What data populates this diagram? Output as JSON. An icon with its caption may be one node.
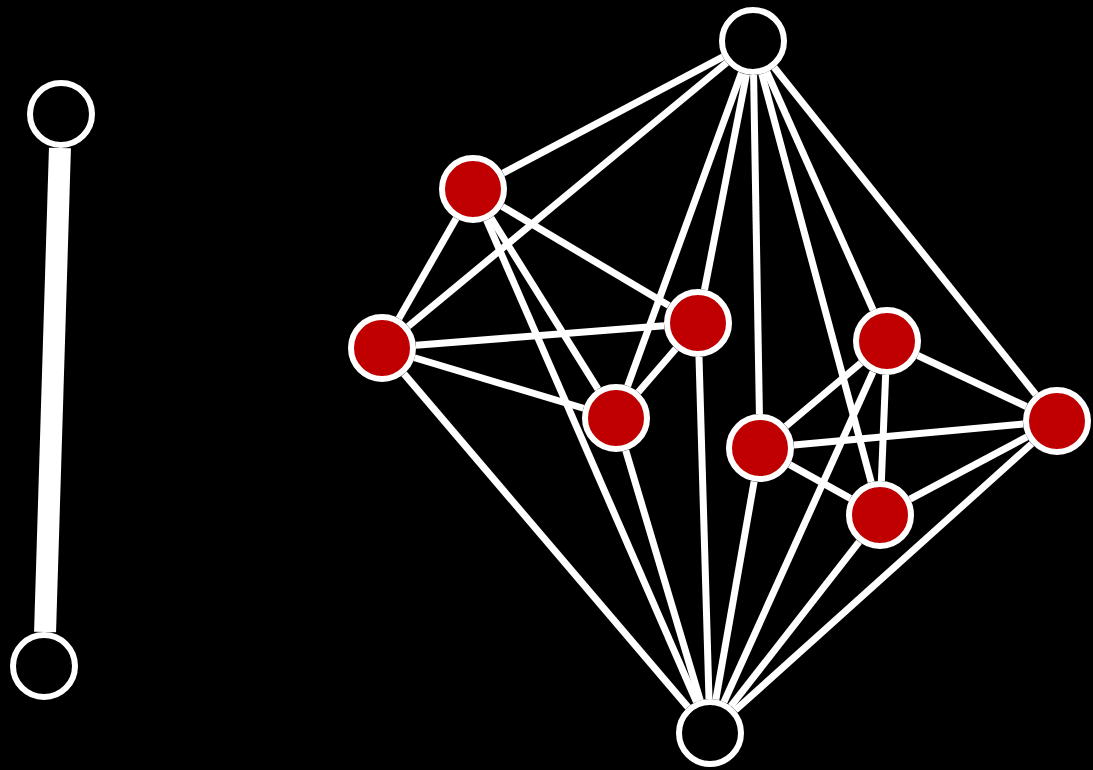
{
  "diagram": {
    "nodes": [
      {
        "text": [],
        "shape": "circle"
      },
      {
        "text": [],
        "shape": "circle"
      },
      {
        "text": [],
        "shape": "circle"
      },
      {
        "text": [],
        "shape": "circle"
      },
      {
        "text": [],
        "shape": "circle"
      },
      {
        "text": [],
        "shape": "circle"
      },
      {
        "text": [],
        "shape": "circle"
      },
      {
        "text": [],
        "shape": "circle"
      },
      {
        "text": [],
        "shape": "circle"
      },
      {
        "text": [],
        "shape": "circle"
      },
      {
        "text": [],
        "shape": "circle"
      },
      {
        "text": [],
        "shape": "circle"
      }
    ],
    "edges": [
      {
        "from": 1,
        "to": 10,
        "arrow": "none",
        "style": "thick"
      },
      {
        "from": 0,
        "to": 2,
        "arrow": "none"
      },
      {
        "from": 0,
        "to": 5,
        "arrow": "none"
      },
      {
        "from": 0,
        "to": 7,
        "arrow": "none"
      },
      {
        "from": 0,
        "to": 3,
        "arrow": "none"
      },
      {
        "from": 0,
        "to": 8,
        "arrow": "none"
      },
      {
        "from": 0,
        "to": 4,
        "arrow": "none"
      },
      {
        "from": 0,
        "to": 9,
        "arrow": "none"
      },
      {
        "from": 0,
        "to": 6,
        "arrow": "none"
      },
      {
        "from": 5,
        "to": 11,
        "arrow": "none"
      },
      {
        "from": 2,
        "to": 11,
        "arrow": "none"
      },
      {
        "from": 7,
        "to": 11,
        "arrow": "none"
      },
      {
        "from": 3,
        "to": 11,
        "arrow": "none"
      },
      {
        "from": 8,
        "to": 11,
        "arrow": "none"
      },
      {
        "from": 4,
        "to": 11,
        "arrow": "none"
      },
      {
        "from": 9,
        "to": 11,
        "arrow": "none"
      },
      {
        "from": 6,
        "to": 11,
        "arrow": "none"
      },
      {
        "from": 2,
        "to": 5,
        "arrow": "none"
      },
      {
        "from": 2,
        "to": 3,
        "arrow": "none"
      },
      {
        "from": 2,
        "to": 7,
        "arrow": "none"
      },
      {
        "from": 5,
        "to": 3,
        "arrow": "none"
      },
      {
        "from": 5,
        "to": 7,
        "arrow": "none"
      },
      {
        "from": 3,
        "to": 7,
        "arrow": "none"
      },
      {
        "from": 4,
        "to": 8,
        "arrow": "none"
      },
      {
        "from": 4,
        "to": 6,
        "arrow": "none"
      },
      {
        "from": 4,
        "to": 9,
        "arrow": "none"
      },
      {
        "from": 8,
        "to": 6,
        "arrow": "none"
      },
      {
        "from": 8,
        "to": 9,
        "arrow": "none"
      },
      {
        "from": 6,
        "to": 9,
        "arrow": "none"
      }
    ]
  }
}
